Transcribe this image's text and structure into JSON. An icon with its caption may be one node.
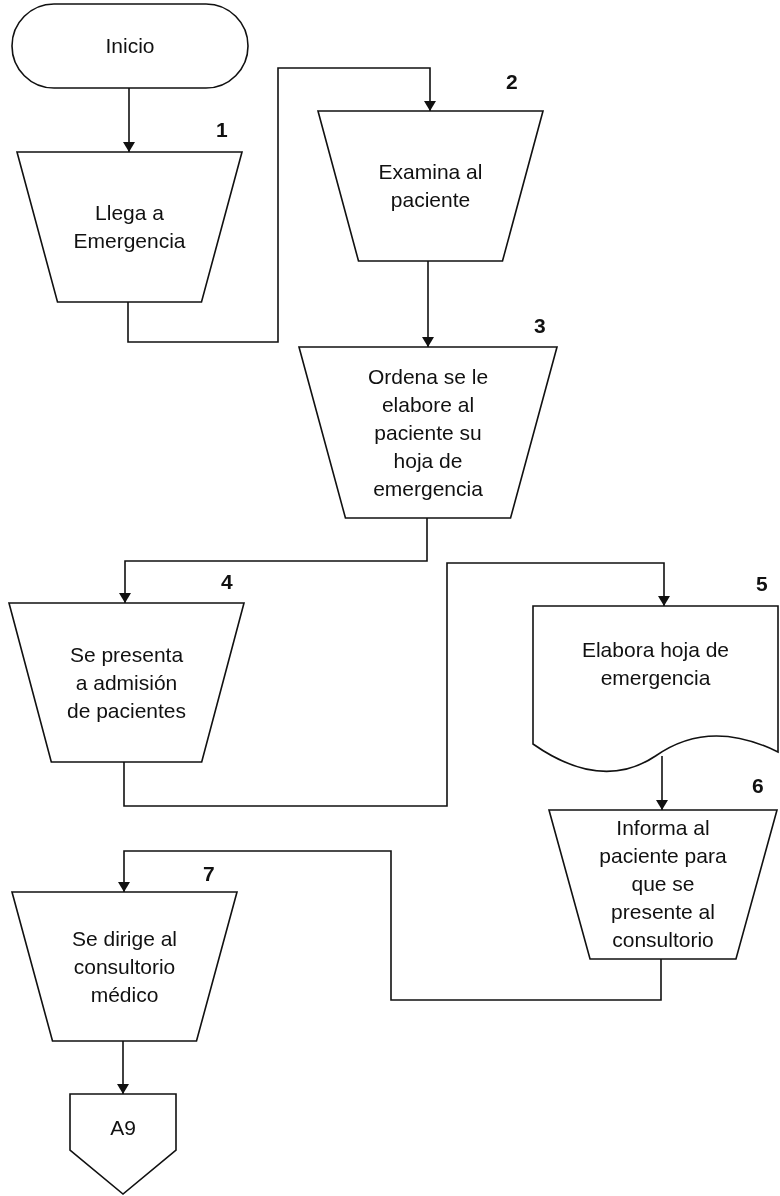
{
  "diagram": {
    "nodes": [
      {
        "text": [
          "Inicio"
        ]
      },
      {
        "text": [
          "Llega a Emergencia"
        ],
        "beside": [
          "1"
        ]
      },
      {
        "text": [
          "Examina al paciente"
        ],
        "beside": [
          "2"
        ]
      },
      {
        "text": [
          "Ordena se le elabore al paciente su hoja de emergencia"
        ],
        "beside": [
          "3"
        ]
      },
      {
        "text": [
          "Se presenta a admisión de pacientes"
        ],
        "beside": [
          "4"
        ]
      },
      {
        "text": [
          "Elabora hoja de emergencia"
        ],
        "beside": [
          "5"
        ]
      },
      {
        "text": [
          "Informa al paciente para que se presente al consultorio"
        ],
        "beside": [
          "6"
        ]
      },
      {
        "text": [
          "Se dirige al consultorio médico"
        ],
        "beside": [
          "7"
        ]
      },
      {
        "text": [
          "A9"
        ]
      }
    ],
    "edges": [
      {
        "from": 0,
        "to": 1,
        "arrow": "to"
      },
      {
        "from": 1,
        "to": 2,
        "arrow": "to"
      },
      {
        "from": 2,
        "to": 3,
        "arrow": "to"
      },
      {
        "from": 3,
        "to": 4,
        "arrow": "to"
      },
      {
        "from": 4,
        "to": 5,
        "arrow": "to"
      },
      {
        "from": 5,
        "to": 6,
        "arrow": "to"
      },
      {
        "from": 6,
        "to": 7,
        "arrow": "to"
      },
      {
        "from": 7,
        "to": 8,
        "arrow": "to"
      }
    ]
  }
}
